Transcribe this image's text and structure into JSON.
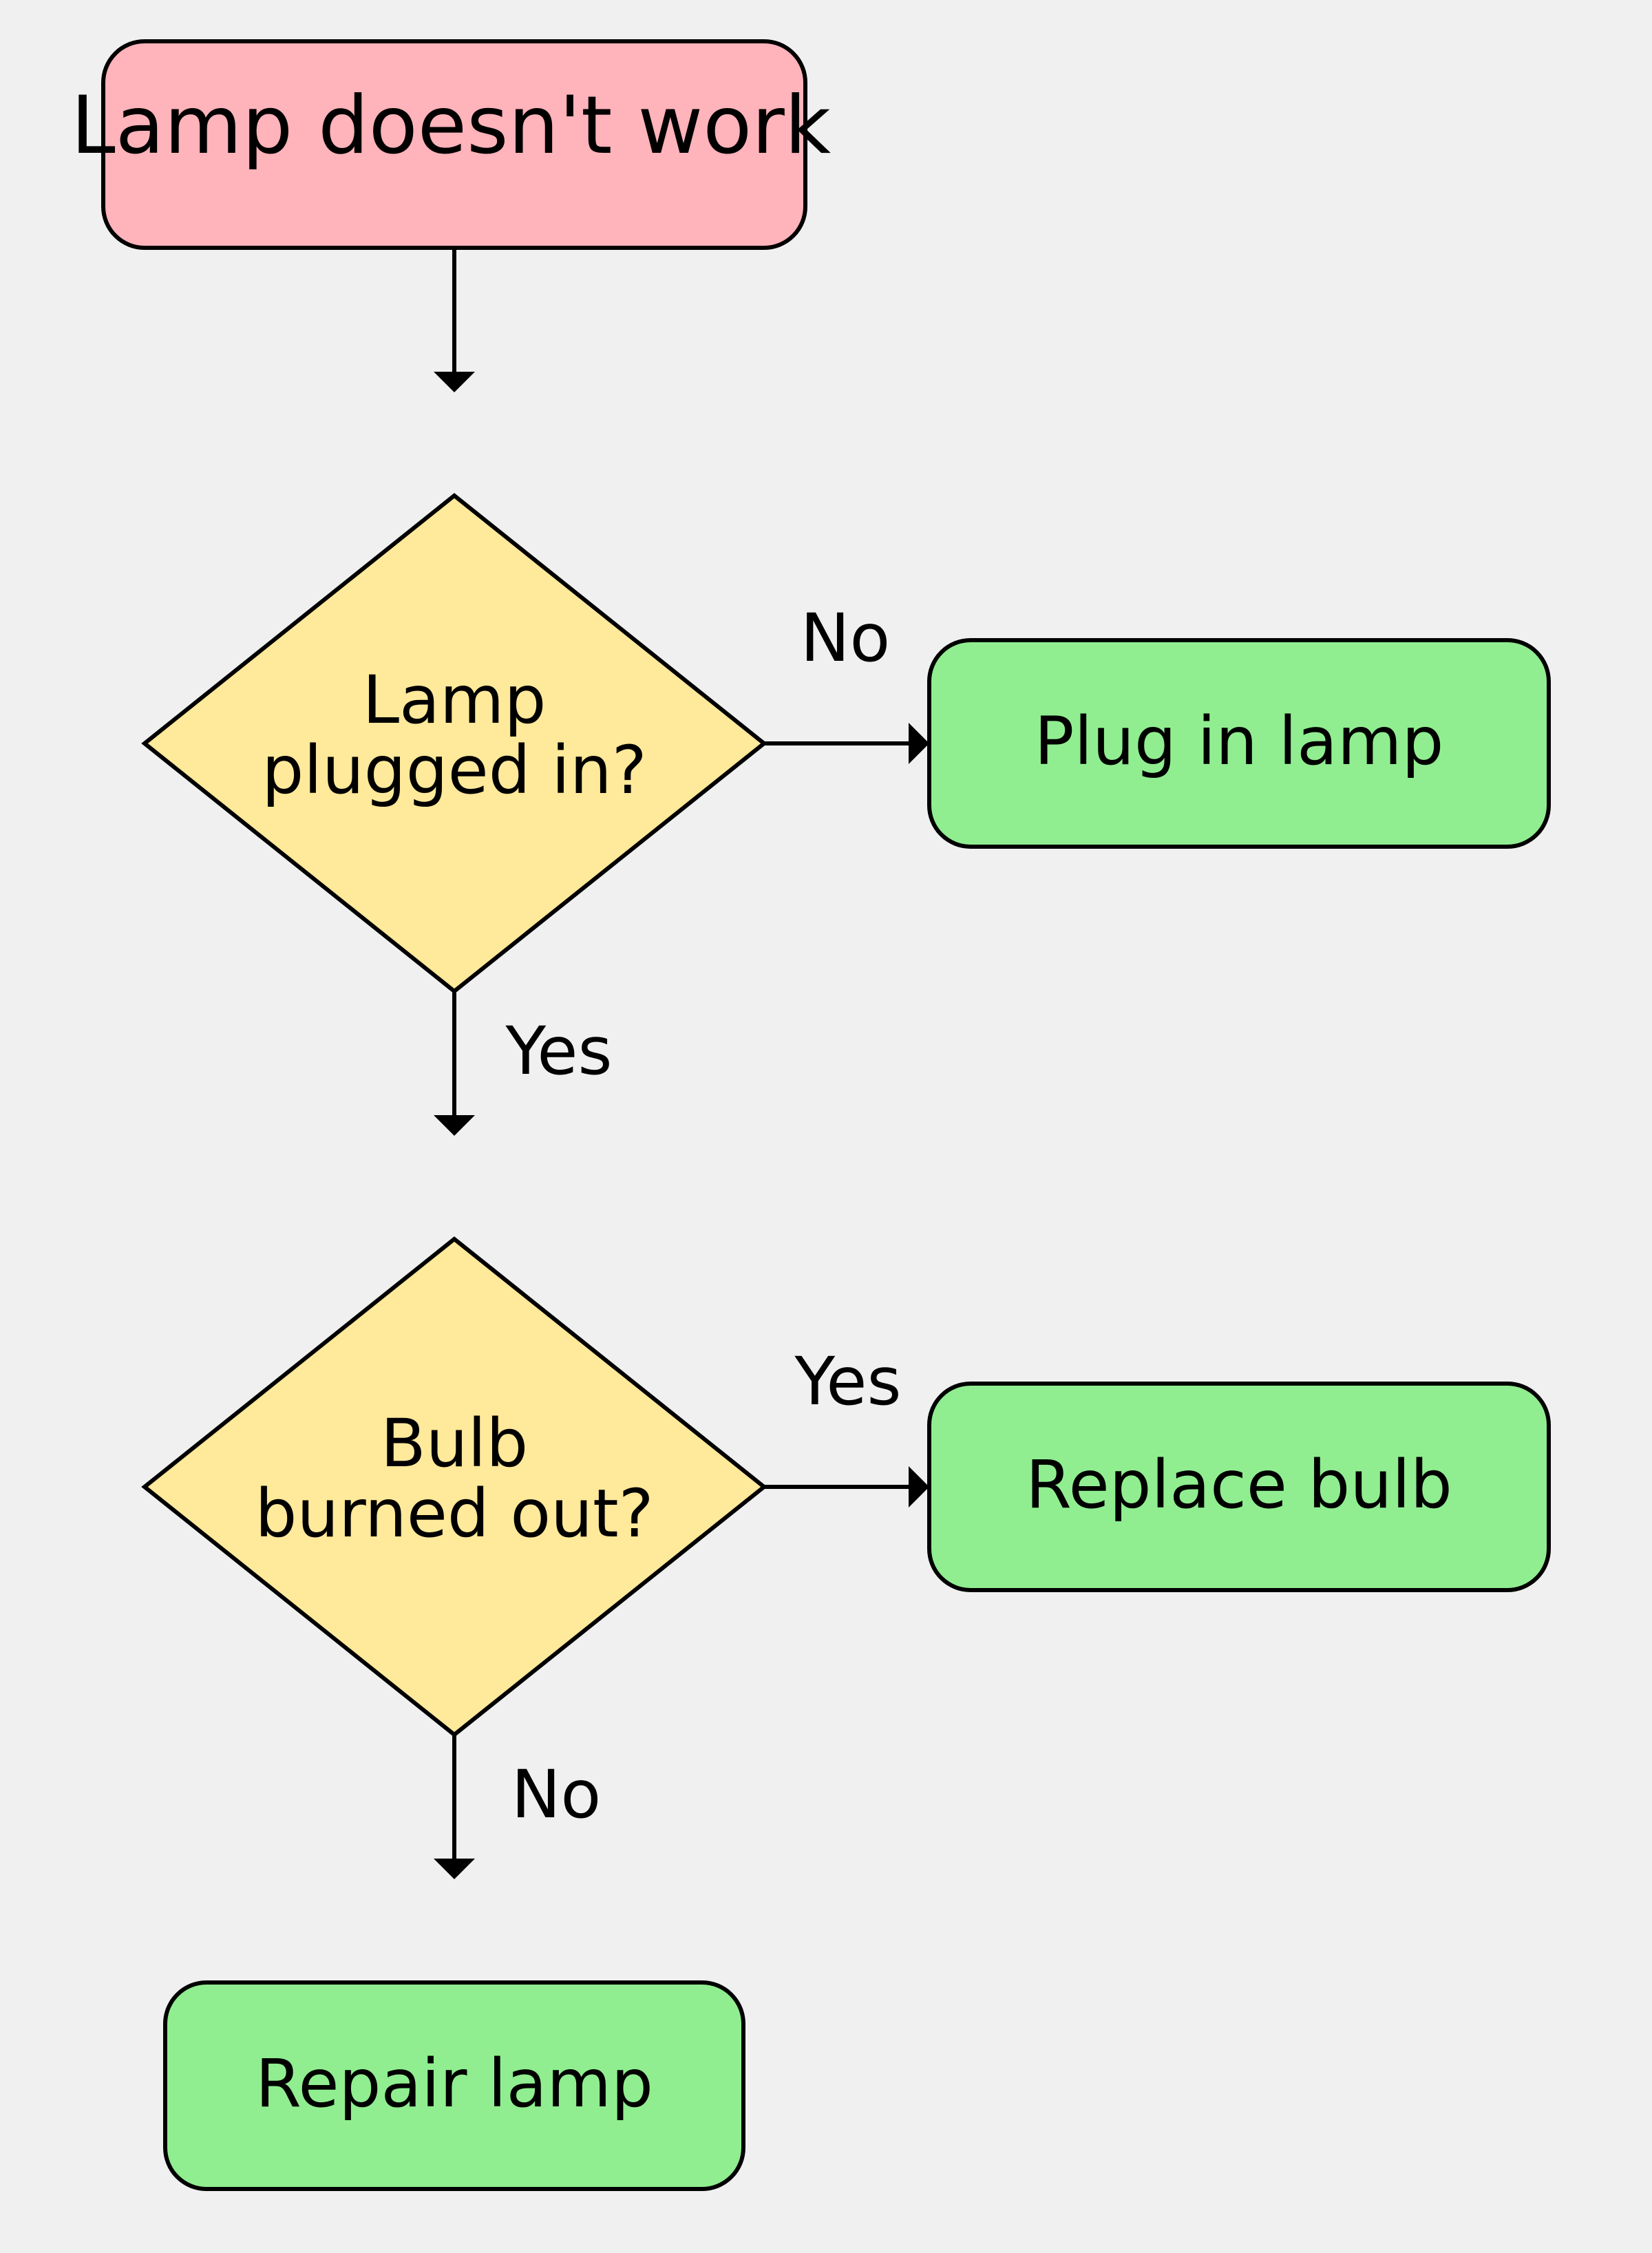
{
  "colors": {
    "background": "#f0f0f0",
    "start": "#ffb3ba",
    "decision": "#ffe99a",
    "action": "#90ee90",
    "stroke": "#000000"
  },
  "nodes": {
    "start": {
      "label": "Lamp doesn't work"
    },
    "decision_plugged": {
      "line1": "Lamp",
      "line2": "plugged in?"
    },
    "action_plug": {
      "label": "Plug in lamp"
    },
    "decision_bulb": {
      "line1": "Bulb",
      "line2": "burned out?"
    },
    "action_replace": {
      "label": "Replace bulb"
    },
    "action_repair": {
      "label": "Repair lamp"
    }
  },
  "edges": {
    "plugged_no": "No",
    "plugged_yes": "Yes",
    "bulb_yes": "Yes",
    "bulb_no": "No"
  }
}
